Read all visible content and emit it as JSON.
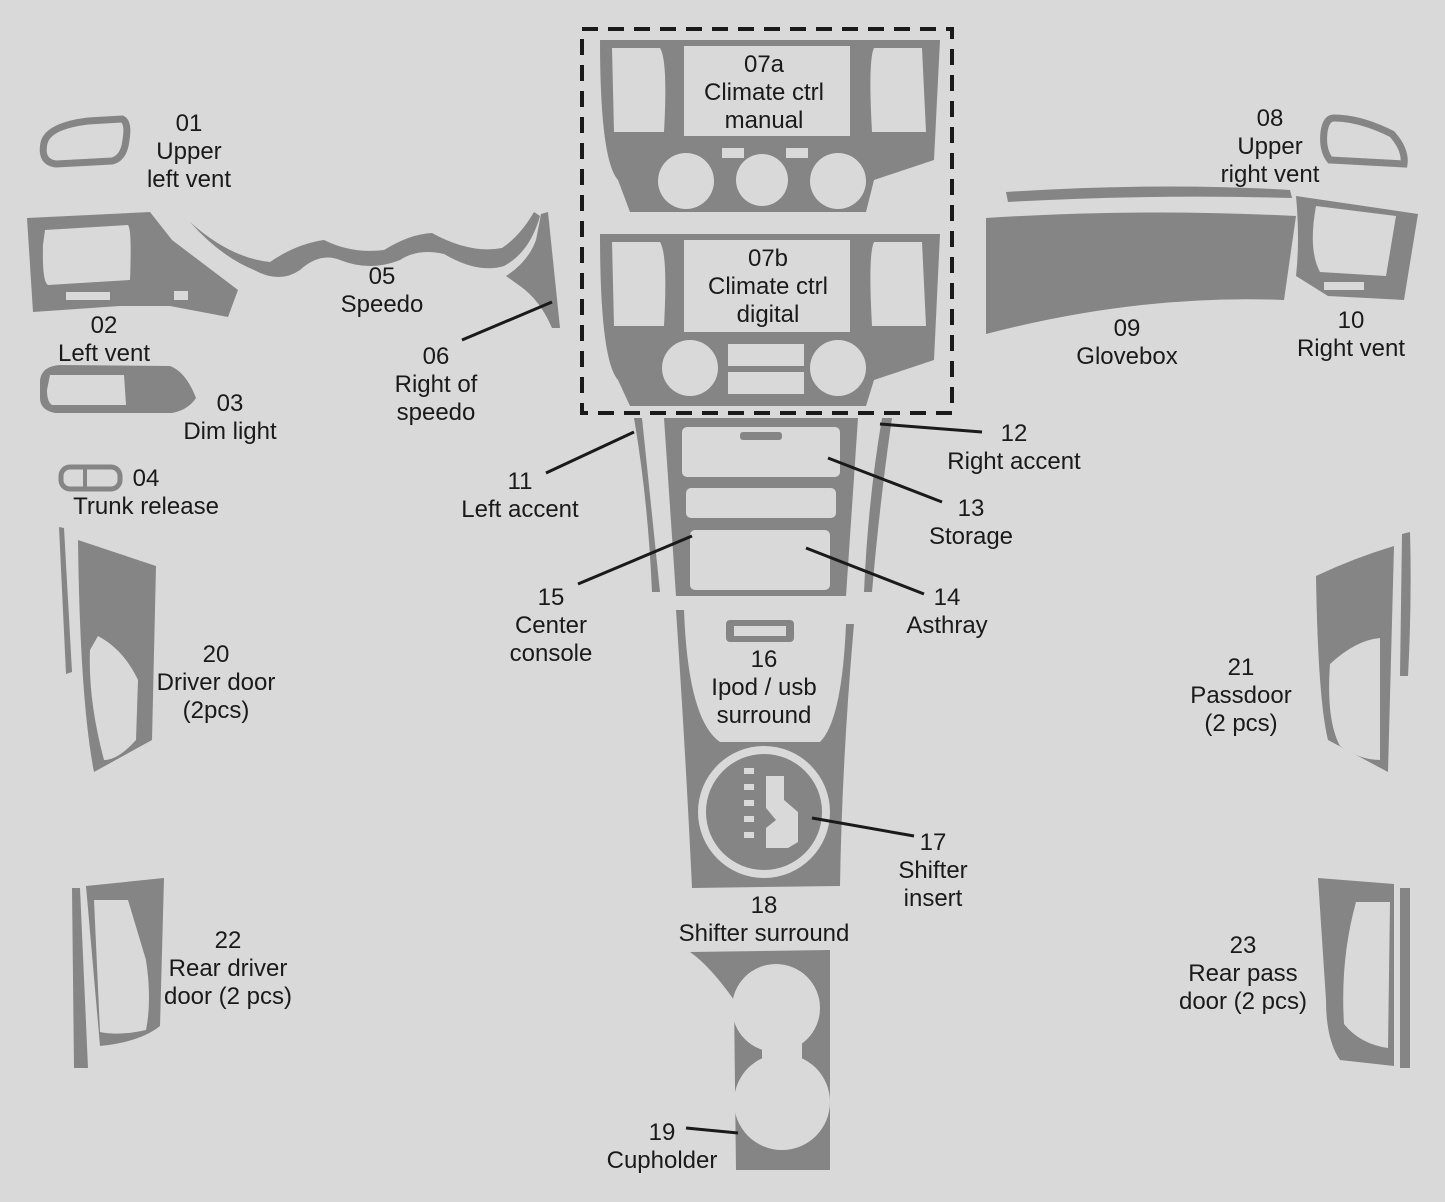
{
  "parts": [
    {
      "id": "p01",
      "num": "01",
      "lines": [
        "Upper",
        "left vent"
      ]
    },
    {
      "id": "p02",
      "num": "02",
      "lines": [
        "Left vent"
      ]
    },
    {
      "id": "p03",
      "num": "03",
      "lines": [
        "Dim light"
      ]
    },
    {
      "id": "p04",
      "num": "04",
      "lines": [
        "Trunk release"
      ]
    },
    {
      "id": "p05",
      "num": "05",
      "lines": [
        "Speedo"
      ]
    },
    {
      "id": "p06",
      "num": "06",
      "lines": [
        "Right of",
        "speedo"
      ]
    },
    {
      "id": "p07a",
      "num": "07a",
      "lines": [
        "Climate ctrl",
        "manual"
      ]
    },
    {
      "id": "p07b",
      "num": "07b",
      "lines": [
        "Climate ctrl",
        "digital"
      ]
    },
    {
      "id": "p08",
      "num": "08",
      "lines": [
        "Upper",
        "right vent"
      ]
    },
    {
      "id": "p09",
      "num": "09",
      "lines": [
        "Glovebox"
      ]
    },
    {
      "id": "p10",
      "num": "10",
      "lines": [
        "Right vent"
      ]
    },
    {
      "id": "p11",
      "num": "11",
      "lines": [
        "Left accent"
      ]
    },
    {
      "id": "p12",
      "num": "12",
      "lines": [
        "Right accent"
      ]
    },
    {
      "id": "p13",
      "num": "13",
      "lines": [
        "Storage"
      ]
    },
    {
      "id": "p14",
      "num": "14",
      "lines": [
        "Asthray"
      ]
    },
    {
      "id": "p15",
      "num": "15",
      "lines": [
        "Center",
        "console"
      ]
    },
    {
      "id": "p16",
      "num": "16",
      "lines": [
        "Ipod / usb",
        "surround"
      ]
    },
    {
      "id": "p17",
      "num": "17",
      "lines": [
        "Shifter",
        "insert"
      ]
    },
    {
      "id": "p18",
      "num": "18",
      "lines": [
        "Shifter surround"
      ]
    },
    {
      "id": "p19",
      "num": "19",
      "lines": [
        "Cupholder"
      ]
    },
    {
      "id": "p20",
      "num": "20",
      "lines": [
        "Driver door",
        "(2pcs)"
      ]
    },
    {
      "id": "p21",
      "num": "21",
      "lines": [
        "Passdoor",
        "(2 pcs)"
      ]
    },
    {
      "id": "p22",
      "num": "22",
      "lines": [
        "Rear driver",
        "door (2 pcs)"
      ]
    },
    {
      "id": "p23",
      "num": "23",
      "lines": [
        "Rear pass",
        "door (2 pcs)"
      ]
    }
  ],
  "colors": {
    "background": "#d9d9d9",
    "part_fill": "#858585",
    "text": "#1a1a1a"
  }
}
